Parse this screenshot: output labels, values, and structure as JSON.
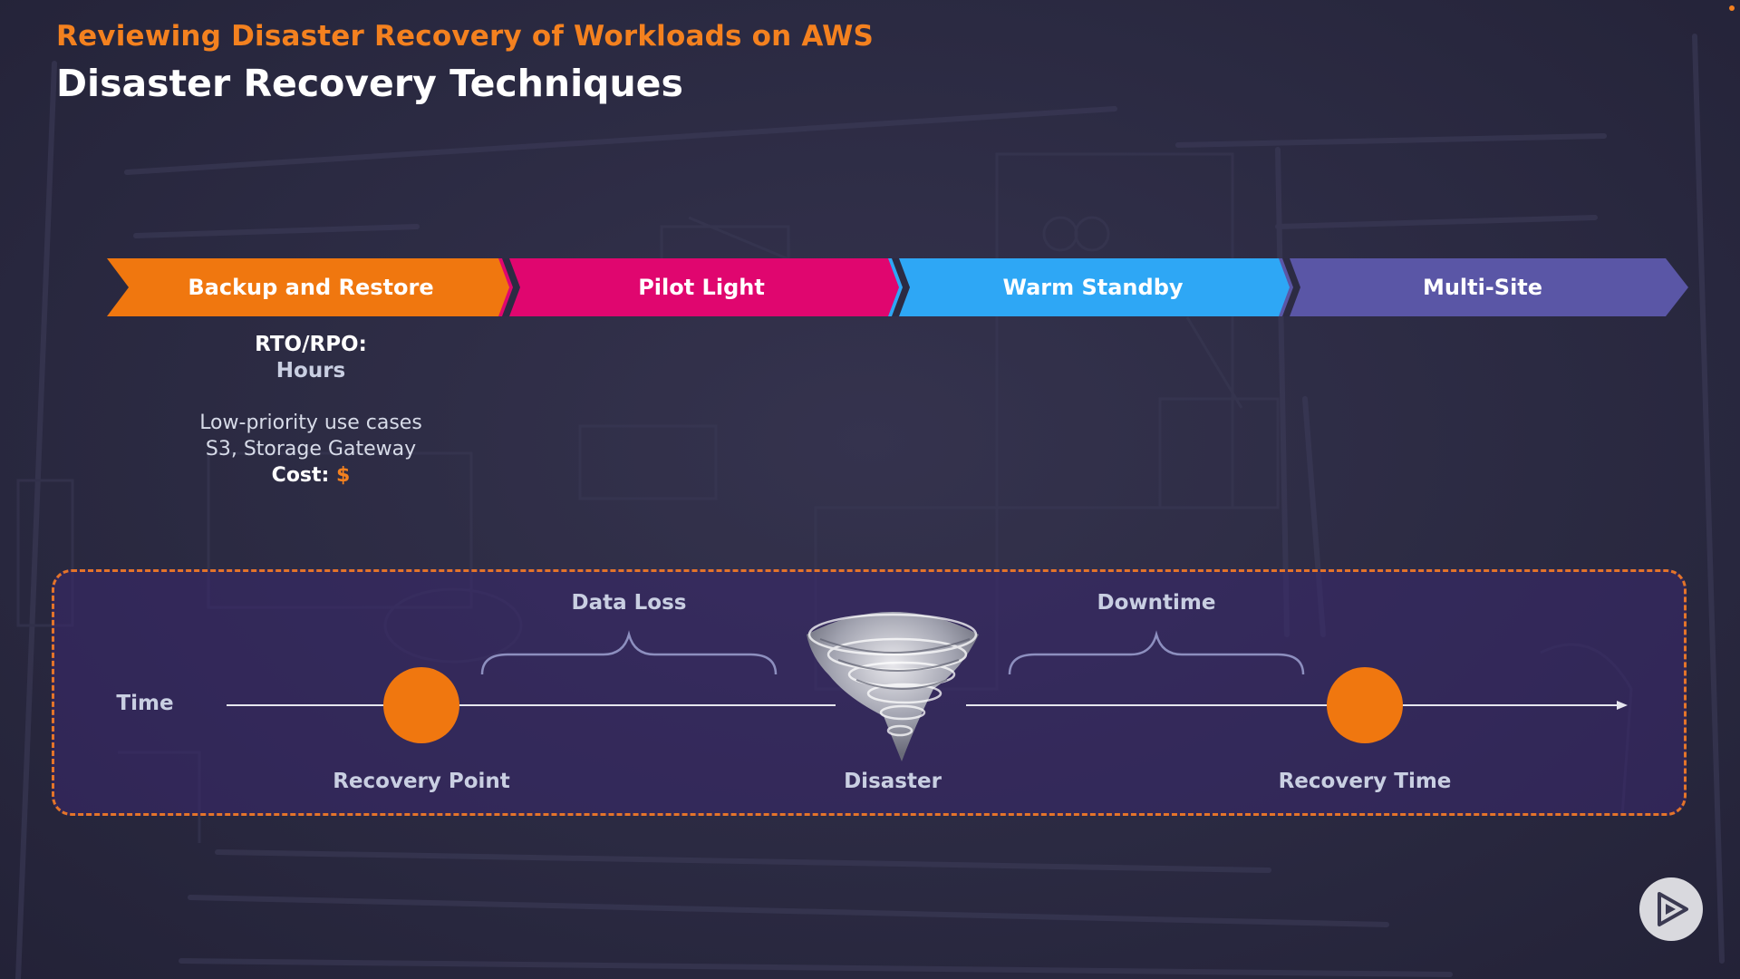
{
  "header": {
    "subtitle": "Reviewing Disaster Recovery of Workloads on AWS",
    "title": "Disaster Recovery Techniques"
  },
  "techniques": [
    {
      "label": "Backup and Restore",
      "color": "#f0770f"
    },
    {
      "label": "Pilot Light",
      "color": "#e0066f"
    },
    {
      "label": "Warm Standby",
      "color": "#2ea7f5"
    },
    {
      "label": "Multi-Site",
      "color": "#5a56a6"
    }
  ],
  "selected_technique": {
    "rto_label": "RTO/RPO:",
    "rto_value": "Hours",
    "use_cases": "Low-priority use cases",
    "services": "S3, Storage Gateway",
    "cost_label": "Cost:",
    "cost_value": "$"
  },
  "timeline": {
    "axis_label": "Time",
    "data_loss_label": "Data Loss",
    "downtime_label": "Downtime",
    "recovery_point_label": "Recovery Point",
    "disaster_label": "Disaster",
    "recovery_time_label": "Recovery Time",
    "accent_color": "#f0770f"
  },
  "icons": {
    "disaster": "tornado-icon",
    "player": "play-icon"
  }
}
